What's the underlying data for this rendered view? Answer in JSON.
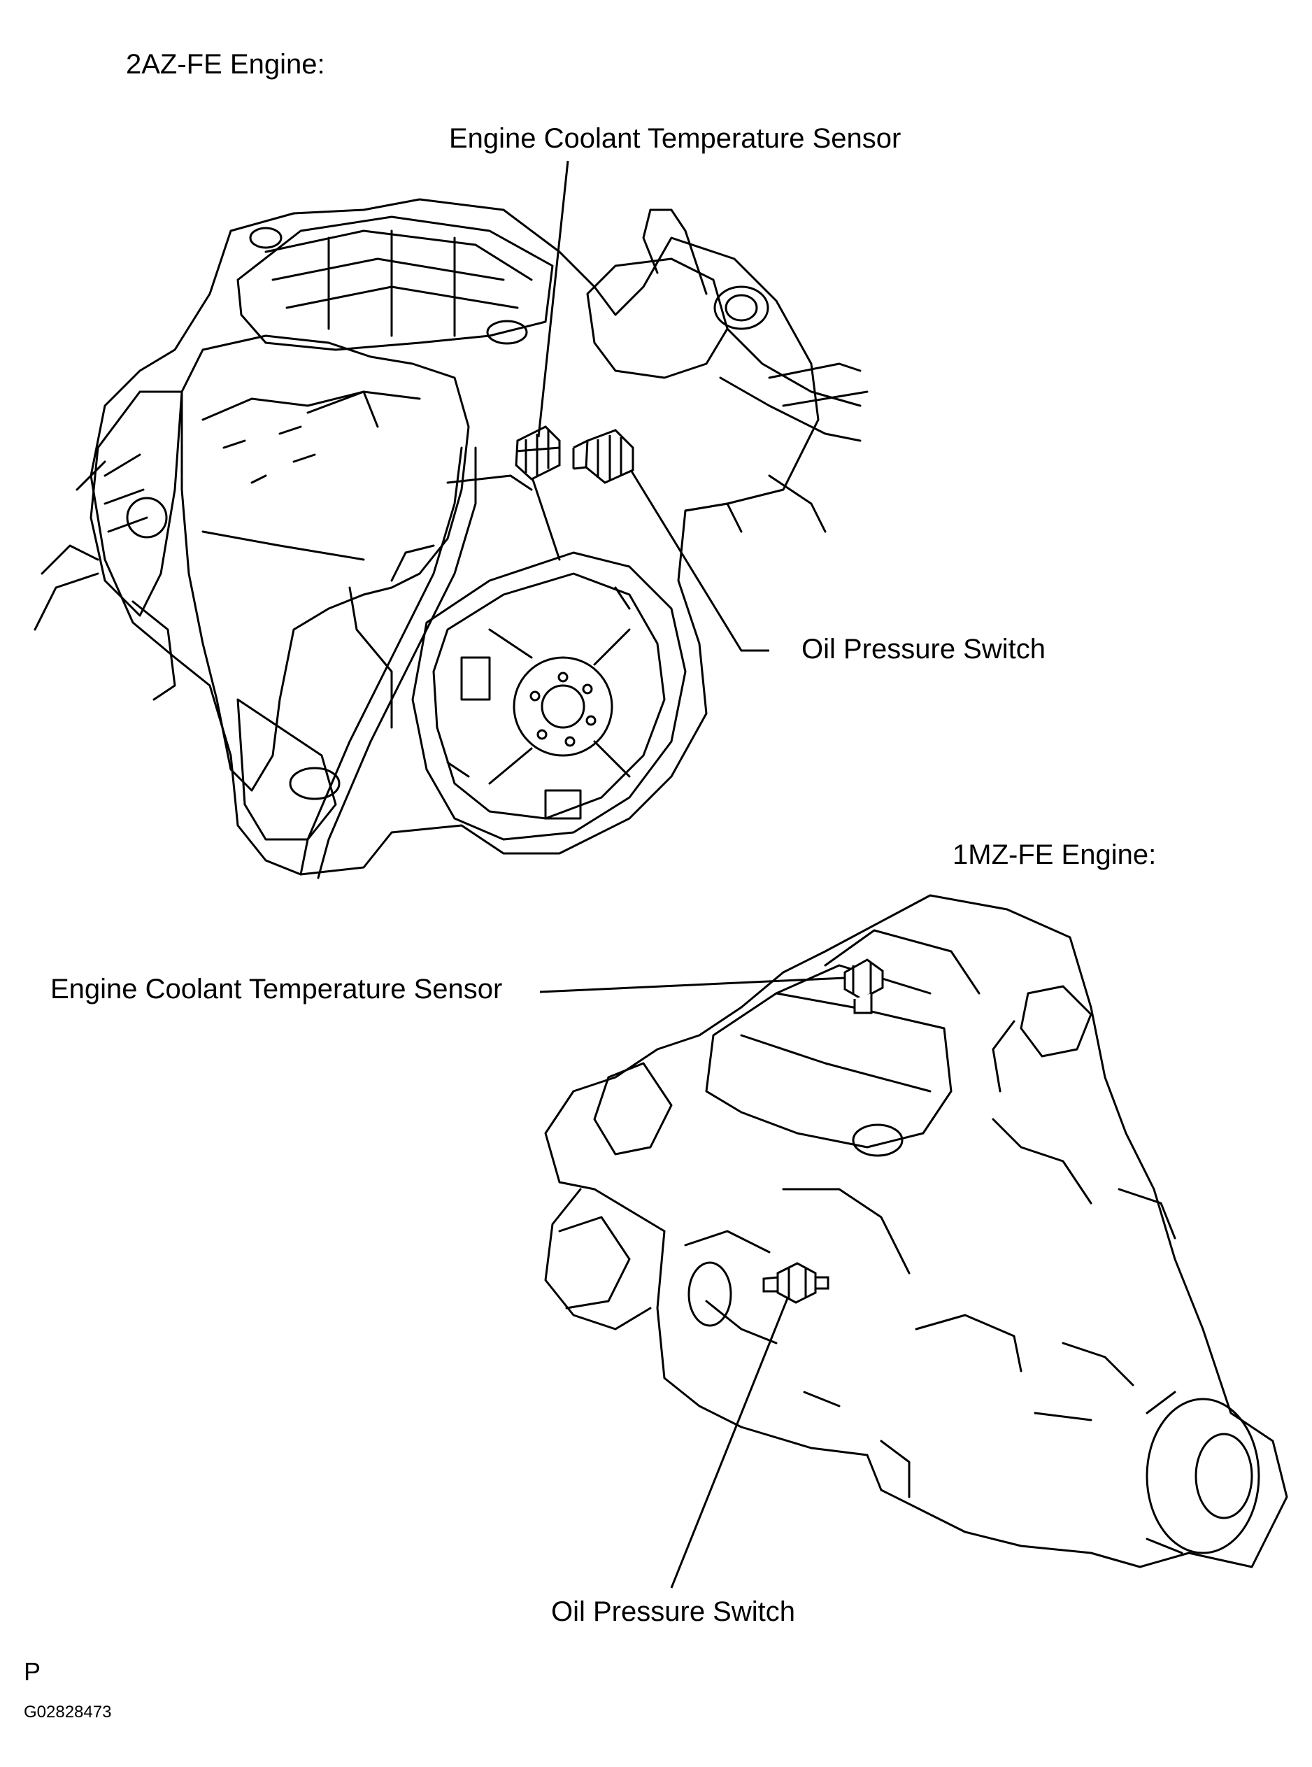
{
  "top_engine": {
    "title": "2AZ-FE  Engine:",
    "callouts": {
      "coolant_sensor": "Engine Coolant Temperature Sensor",
      "oil_switch": "Oil Pressure Switch"
    }
  },
  "bottom_engine": {
    "title": "1MZ-FE  Engine:",
    "callouts": {
      "coolant_sensor": "Engine Coolant Temperature Sensor",
      "oil_switch": "Oil Pressure Switch"
    }
  },
  "footer": {
    "mark": "P",
    "figure_code": "G02828473"
  }
}
